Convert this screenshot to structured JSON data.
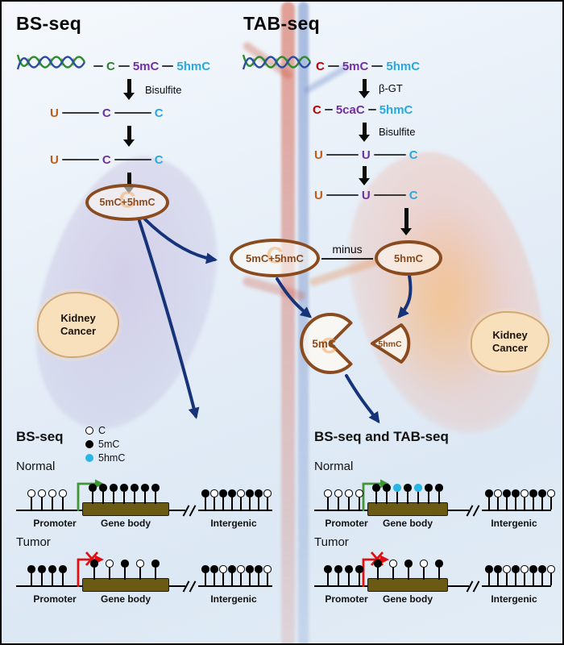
{
  "colors": {
    "green": "#2e7d32",
    "purple": "#7030a0",
    "cyan": "#29a8e0",
    "orange": "#c55a11",
    "red": "#c00000",
    "brown": "#8a4b1f",
    "navy": "#16337a",
    "gene_box": "#6b5a13",
    "active_arrow_green": "#3f9637",
    "silenced_arrow_red": "#e01010",
    "hmc_blue": "#29b6e6"
  },
  "bs_panel": {
    "title": "BS-seq",
    "rows": [
      {
        "a": "C",
        "b": "5mC",
        "c": "5hmC"
      },
      {
        "a": "U",
        "b": "C",
        "c": "C"
      },
      {
        "a": "U",
        "b": "C",
        "c": "C"
      }
    ],
    "arrow1_label": "Bisulfite",
    "result_oval": "5mC+5hmC"
  },
  "tab_panel": {
    "title": "TAB-seq",
    "rows": [
      {
        "a": "C",
        "b": "5mC",
        "c": "5hmC"
      },
      {
        "a": "C",
        "b": "5caC",
        "c": "5hmC"
      },
      {
        "a": "U",
        "b": "U",
        "c": "C"
      },
      {
        "a": "U",
        "b": "U",
        "c": "C"
      }
    ],
    "arrow1_label": "β-GT",
    "arrow2_label": "Bisulfite"
  },
  "subtraction": {
    "left_oval": "5mC+5hmC",
    "operator": "minus",
    "right_oval": "5hmC",
    "result_main": "5mC",
    "result_piece": "5hmC",
    "watermark": "C"
  },
  "kidney": {
    "left_label": "Kidney Cancer",
    "right_label": "Kidney Cancer"
  },
  "legend": {
    "items": [
      {
        "symbol": "open-circle",
        "label": "C"
      },
      {
        "symbol": "black-circle",
        "label": "5mC"
      },
      {
        "symbol": "blue-circle",
        "label": "5hmC"
      }
    ]
  },
  "tracks": {
    "region_labels": {
      "promoter": "Promoter",
      "gene_body": "Gene body",
      "intergenic": "Intergenic"
    },
    "left": {
      "title": "BS-seq",
      "rows": [
        {
          "state": "Normal",
          "promoter": [
            "open",
            "open",
            "open",
            "open"
          ],
          "gene_body": [
            "filled",
            "filled",
            "filled",
            "filled",
            "filled",
            "filled",
            "filled"
          ],
          "intergenic": [
            "filled",
            "open",
            "filled",
            "filled",
            "open",
            "filled",
            "filled",
            "open"
          ]
        },
        {
          "state": "Tumor",
          "promoter": [
            "filled",
            "filled",
            "filled",
            "filled"
          ],
          "gene_body": [
            "filled",
            "open",
            "filled",
            "open",
            "filled"
          ],
          "intergenic": [
            "filled",
            "filled",
            "open",
            "filled",
            "open",
            "filled",
            "filled",
            "open"
          ]
        }
      ]
    },
    "right": {
      "title": "BS-seq and TAB-seq",
      "rows": [
        {
          "state": "Normal",
          "promoter": [
            "open",
            "open",
            "open",
            "open"
          ],
          "gene_body": [
            "filled",
            "filled",
            "blue",
            "filled",
            "blue",
            "filled",
            "filled"
          ],
          "intergenic": [
            "filled",
            "open",
            "filled",
            "filled",
            "open",
            "filled",
            "filled",
            "open"
          ]
        },
        {
          "state": "Tumor",
          "promoter": [
            "filled",
            "filled",
            "filled",
            "filled"
          ],
          "gene_body": [
            "filled",
            "open",
            "filled",
            "open",
            "filled"
          ],
          "intergenic": [
            "filled",
            "filled",
            "open",
            "filled",
            "open",
            "filled",
            "filled",
            "open"
          ]
        }
      ]
    }
  }
}
